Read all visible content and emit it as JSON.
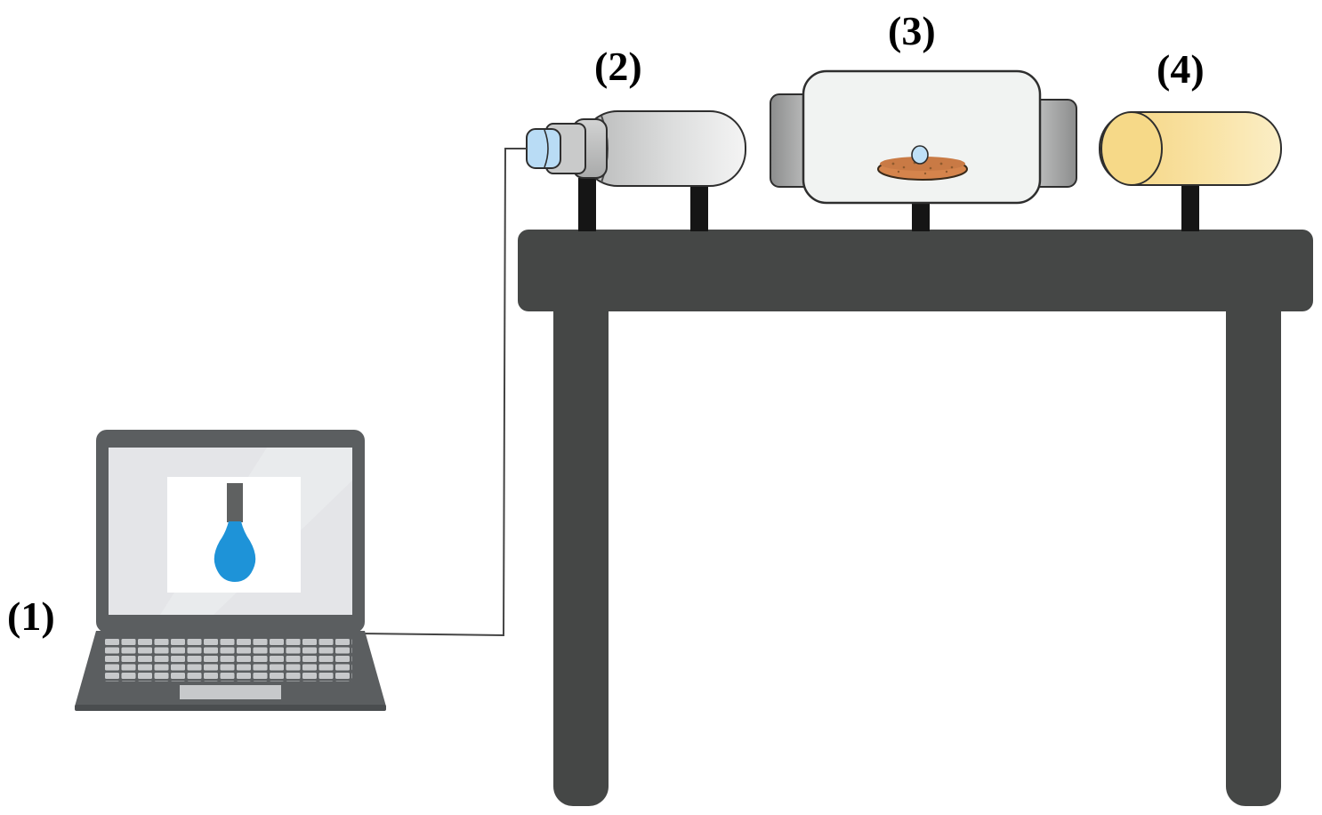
{
  "labels": {
    "laptop": "(1)",
    "camera": "(2)",
    "chamber": "(3)",
    "light_source": "(4)"
  },
  "colors": {
    "table": "#454746",
    "laptop_body": "#5b5e60",
    "laptop_screen": "#e4e5e8",
    "droplet": "#1e93d8",
    "needle": "#5f6161",
    "camera_lens": "#b9dcf5",
    "sample_disc": "#d5844c",
    "light_source": "#f8df95",
    "chamber_body": "#f1f3f2",
    "cable": "#444444"
  },
  "icons": {
    "laptop": "laptop-icon",
    "droplet": "droplet-icon",
    "camera": "camera-icon",
    "chamber": "sample-chamber-icon",
    "light": "light-source-icon",
    "table": "table-icon"
  }
}
